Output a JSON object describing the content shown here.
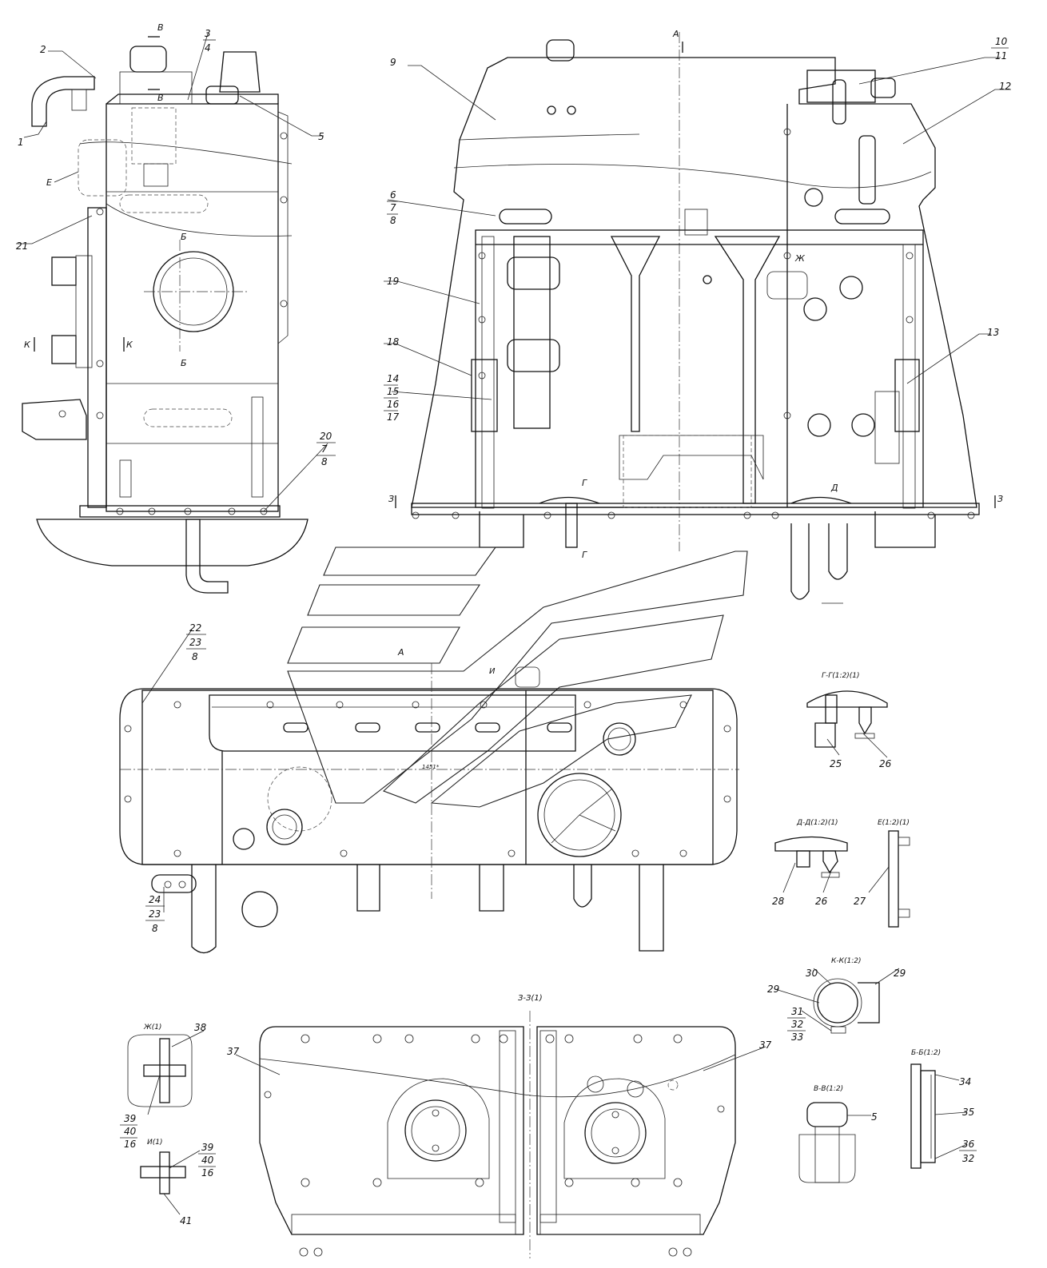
{
  "callouts": [
    {
      "id": "c1",
      "text": "1"
    },
    {
      "id": "c2",
      "text": "2"
    },
    {
      "id": "c3",
      "text": "3"
    },
    {
      "id": "c4",
      "text": "4"
    },
    {
      "id": "c5",
      "text": "5"
    },
    {
      "id": "c6",
      "text": "6"
    },
    {
      "id": "c7",
      "text": "7"
    },
    {
      "id": "c8",
      "text": "8"
    },
    {
      "id": "c9",
      "text": "9"
    },
    {
      "id": "c10",
      "text": "10"
    },
    {
      "id": "c11",
      "text": "11"
    },
    {
      "id": "c12",
      "text": "12"
    },
    {
      "id": "c13",
      "text": "13"
    },
    {
      "id": "c14",
      "text": "14"
    },
    {
      "id": "c15",
      "text": "15"
    },
    {
      "id": "c16",
      "text": "16"
    },
    {
      "id": "c17",
      "text": "17"
    },
    {
      "id": "c18",
      "text": "18"
    },
    {
      "id": "c19",
      "text": "19"
    },
    {
      "id": "c20",
      "text": "20"
    },
    {
      "id": "c7b",
      "text": "7"
    },
    {
      "id": "c8b",
      "text": "8"
    },
    {
      "id": "c21",
      "text": "21"
    },
    {
      "id": "c22",
      "text": "22"
    },
    {
      "id": "c23",
      "text": "23"
    },
    {
      "id": "c8c",
      "text": "8"
    },
    {
      "id": "c24",
      "text": "24"
    },
    {
      "id": "c23b",
      "text": "23"
    },
    {
      "id": "c8d",
      "text": "8"
    },
    {
      "id": "c25",
      "text": "25"
    },
    {
      "id": "c26",
      "text": "26"
    },
    {
      "id": "c26b",
      "text": "26"
    },
    {
      "id": "c27",
      "text": "27"
    },
    {
      "id": "c28",
      "text": "28"
    },
    {
      "id": "c29",
      "text": "29"
    },
    {
      "id": "c29b",
      "text": "29"
    },
    {
      "id": "c30",
      "text": "30"
    },
    {
      "id": "c31",
      "text": "31"
    },
    {
      "id": "c32",
      "text": "32"
    },
    {
      "id": "c33",
      "text": "33"
    },
    {
      "id": "c5b",
      "text": "5"
    },
    {
      "id": "c34",
      "text": "34"
    },
    {
      "id": "c35",
      "text": "35"
    },
    {
      "id": "c36",
      "text": "36"
    },
    {
      "id": "c32b",
      "text": "32"
    },
    {
      "id": "c37",
      "text": "37"
    },
    {
      "id": "c37b",
      "text": "37"
    },
    {
      "id": "c38",
      "text": "38"
    },
    {
      "id": "c39",
      "text": "39"
    },
    {
      "id": "c40",
      "text": "40"
    },
    {
      "id": "c16b",
      "text": "16"
    },
    {
      "id": "c39b",
      "text": "39"
    },
    {
      "id": "c40b",
      "text": "40"
    },
    {
      "id": "c16c",
      "text": "16"
    },
    {
      "id": "c41",
      "text": "41"
    }
  ],
  "section_labels": {
    "view_a_arrow": "А",
    "view_a": "А",
    "gg": "Г-Г(1:2)(1)",
    "dd": "Д-Д(1:2)(1)",
    "e": "Е(1:2)(1)",
    "kk": "К-К(1:2)",
    "vv": "В-В(1:2)",
    "bb": "Б-Б(1:2)",
    "zz": "З-З(1)",
    "zh": "Ж(1)",
    "i": "И(1)",
    "mark_b_top": "В",
    "mark_b_bottom": "В",
    "mark_b1": "Б",
    "mark_b2": "Б",
    "mark_e": "Е",
    "mark_k1": "К",
    "mark_k2": "К",
    "mark_zh": "Ж",
    "mark_g1": "Г",
    "mark_g2": "Г",
    "mark_d": "Д",
    "mark_z1": "З",
    "mark_z2": "З",
    "mark_i": "И",
    "dim_plan": "1451*"
  }
}
